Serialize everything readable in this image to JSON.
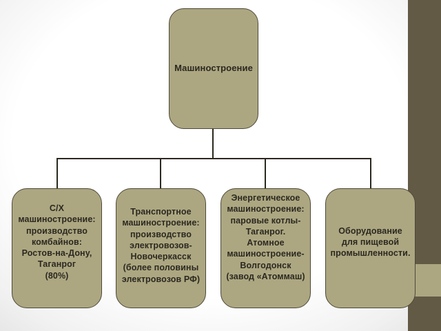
{
  "diagram": {
    "type": "org-chart",
    "root": {
      "label": "Машиностроение"
    },
    "children": [
      {
        "label": "С/Х\nмашиностроение:\nпроизводство\nкомбайнов:\nРостов-на-Дону,\nТаганрог\n(80%)"
      },
      {
        "label": "Транспортное\nмашиностроение:\nпроизводство\nэлектровозов-\nНовочеркасск\n(более половины\nэлектровозов РФ)"
      },
      {
        "label": "Энергетическое\nмашиностроение:\nпаровые котлы-\nТаганрог.\nАтомное\nмашиностроение-\nВолгодонск\n(завод «Атоммаш)"
      },
      {
        "label": "Оборудование\nдля пищевой\nпромышленности."
      }
    ]
  },
  "colors": {
    "box_fill": "#aca781",
    "box_border": "#4d4838",
    "text": "#2b2820",
    "connector": "#2b2820",
    "sidebar": "#625a45",
    "sidebar_band": "#aca781"
  }
}
